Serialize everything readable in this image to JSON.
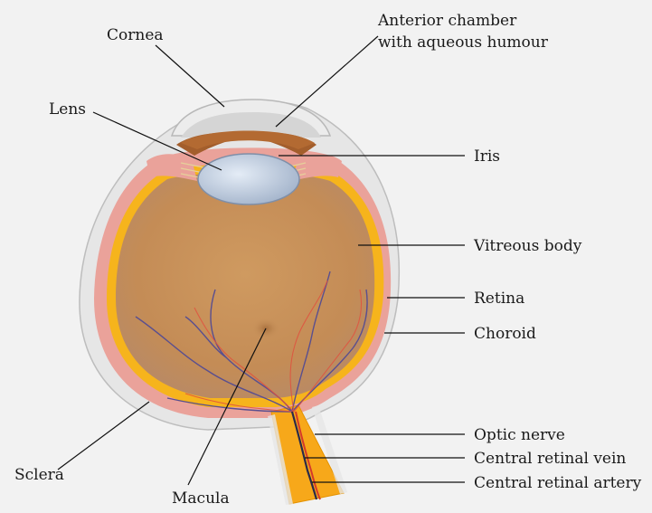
{
  "labels": {
    "cornea": "Cornea",
    "anterior_chamber_line1": "Anterior chamber",
    "anterior_chamber_line2": "with aqueous humour",
    "lens": "Lens",
    "iris": "Iris",
    "vitreous_body": "Vitreous body",
    "retina": "Retina",
    "choroid": "Choroid",
    "optic_nerve": "Optic nerve",
    "central_retinal_vein": "Central retinal vein",
    "central_retinal_artery": "Central retinal artery",
    "sclera": "Sclera",
    "macula": "Macula"
  },
  "colors": {
    "background": "#f2f2f2",
    "sclera": "#e6e6e6",
    "choroid": "#f3a26a",
    "retina": "#f6b41c",
    "vitreous": "#c9945e",
    "lens": "#c7d3e3",
    "iris": "#a35e2c",
    "vein": "#5a4f8f",
    "artery": "#d43a2a"
  }
}
